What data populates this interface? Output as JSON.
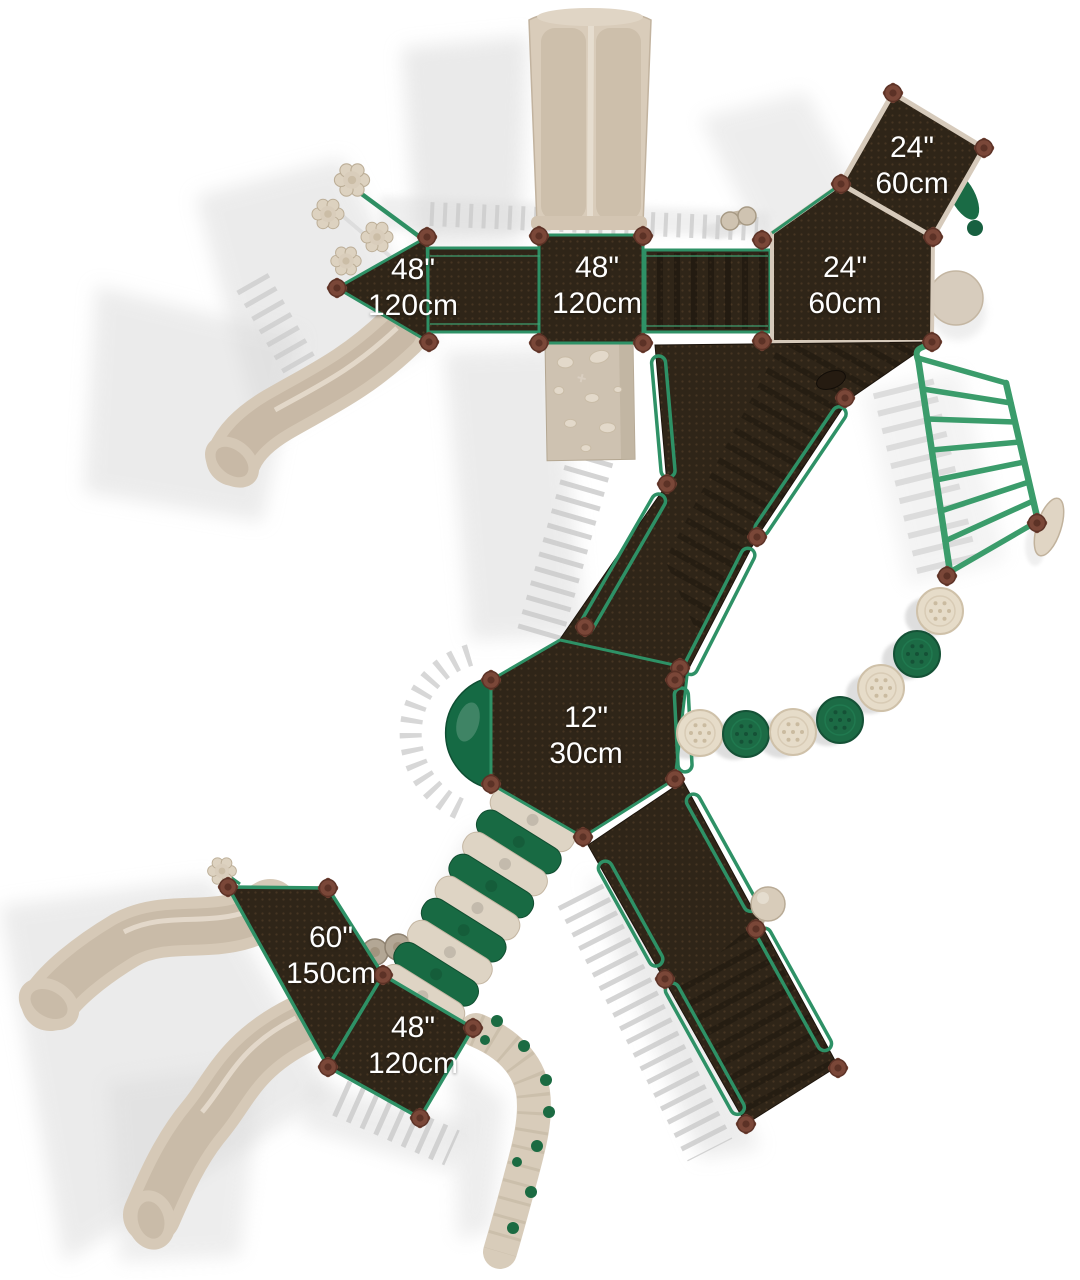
{
  "image": {
    "description": "Top view of a commercial playground structure with deck height labels",
    "background": "#ffffff"
  },
  "deck_labels": [
    {
      "component": "upper-right-deck",
      "height_inches": "24\"",
      "height_metric": "60cm"
    },
    {
      "component": "left-triangle-deck",
      "height_inches": "48\"",
      "height_metric": "120cm"
    },
    {
      "component": "center-square-deck",
      "height_inches": "48\"",
      "height_metric": "120cm"
    },
    {
      "component": "main-junction-deck",
      "height_inches": "24\"",
      "height_metric": "60cm"
    },
    {
      "component": "middle-low-deck",
      "height_inches": "12\"",
      "height_metric": "30cm"
    },
    {
      "component": "tower-deck",
      "height_inches": "60\"",
      "height_metric": "150cm"
    },
    {
      "component": "lower-left-deck",
      "height_inches": "48\"",
      "height_metric": "120cm"
    }
  ],
  "colors": {
    "deck_surface": "#2f2518",
    "deck_perforation": "#463522",
    "rail_green": "#2e9166",
    "climber_green": "#176843",
    "plastic_beige": "#d7cab8",
    "post_cap_brown": "#7a4738",
    "shadow_gray": "#d9d9d9",
    "label_text": "#ffffff"
  }
}
